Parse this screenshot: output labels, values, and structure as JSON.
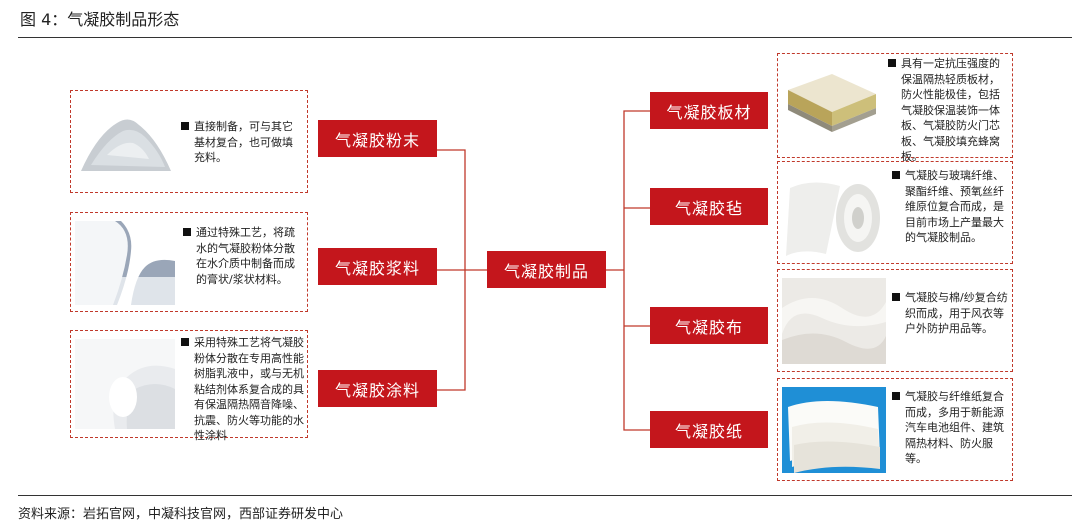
{
  "figure_title": "图 4：气凝胶制品形态",
  "center_label": "气凝胶制品",
  "left_items": [
    {
      "label": "气凝胶粉末",
      "desc": "直接制备，可与其它基材复合，也可做填充料。",
      "image_icon": "powder-photo"
    },
    {
      "label": "气凝胶浆料",
      "desc": "通过特殊工艺，将疏水的气凝胶粉体分散在水介质中制备而成的膏状/浆状材料。",
      "image_icon": "slurry-photo"
    },
    {
      "label": "气凝胶涂料",
      "desc": "采用特殊工艺将气凝胶粉体分散在专用高性能树脂乳液中，或与无机粘结剂体系复合成的具有保温隔热隔音降噪、抗震、防火等功能的水性涂料",
      "image_icon": "coating-photo"
    }
  ],
  "right_items": [
    {
      "label": "气凝胶板材",
      "desc": "具有一定抗压强度的保温隔热轻质板材，防火性能极佳，包括气凝胶保温装饰一体板、气凝胶防火门芯板、气凝胶填充蜂窝板。",
      "image_icon": "board-photo"
    },
    {
      "label": "气凝胶毡",
      "desc": "气凝胶与玻璃纤维、聚酯纤维、预氧丝纤维原位复合而成，是目前市场上产量最大的气凝胶制品。",
      "image_icon": "felt-roll-photo"
    },
    {
      "label": "气凝胶布",
      "desc": "气凝胶与棉/纱复合纺织而成，用于风衣等户外防护用品等。",
      "image_icon": "cloth-photo"
    },
    {
      "label": "气凝胶纸",
      "desc": "气凝胶与纤维纸复合而成，多用于新能源汽车电池组件、建筑隔热材料、防火服等。",
      "image_icon": "paper-photo"
    }
  ],
  "source": "资料来源：岩拓官网，中凝科技官网，西部证券研发中心",
  "colors": {
    "accent": "#c4161c",
    "dashed_border": "#c0392b"
  }
}
